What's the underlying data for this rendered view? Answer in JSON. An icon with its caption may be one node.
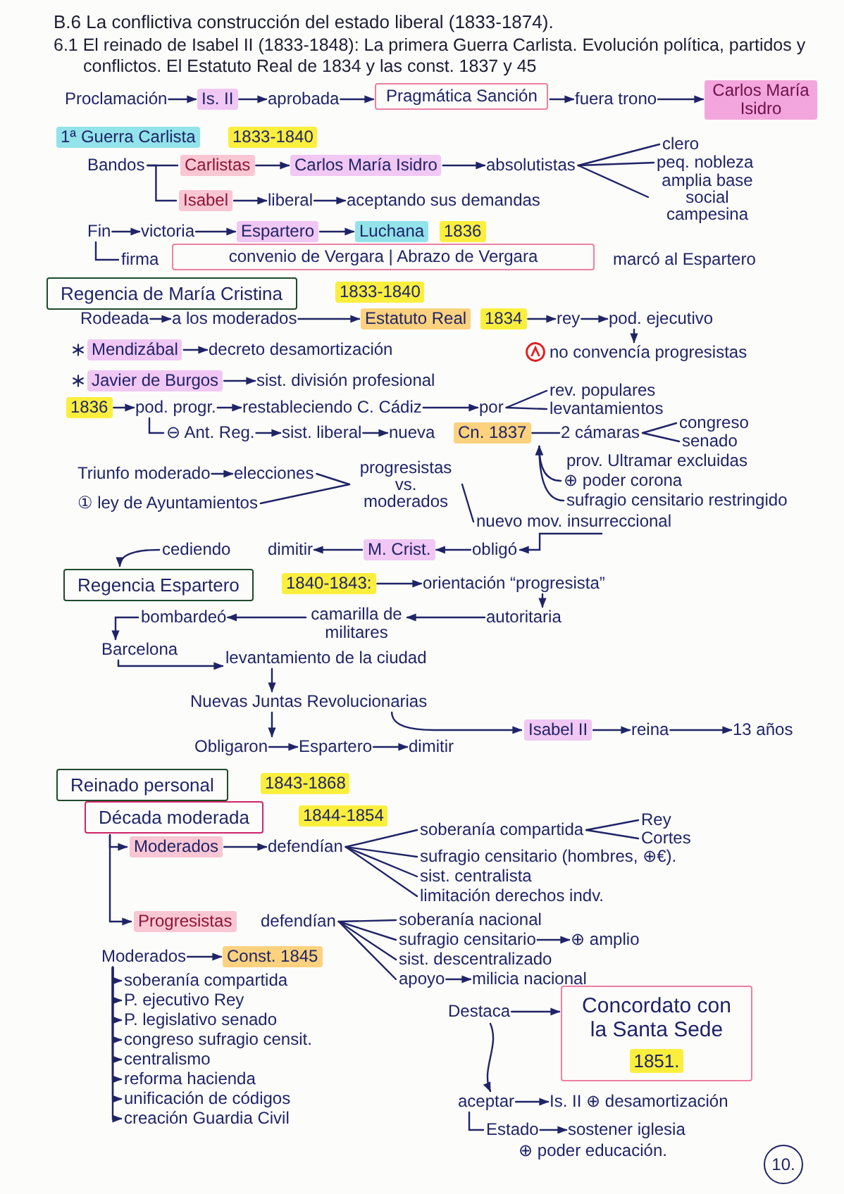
{
  "diagram": {
    "title": "B.6 La conflictiva construcción del estado liberal (1833-1874).",
    "nodes": [
      {
        "text": [
          "Proclamación"
        ]
      },
      {
        "text": [
          "Is. II"
        ]
      },
      {
        "text": [
          "aprobada"
        ]
      },
      {
        "text": [
          "Pragmática Sanción"
        ]
      },
      {
        "text": [
          "fuera trono"
        ]
      },
      {
        "text": [
          "Carlos María Isidro"
        ]
      },
      {
        "text": [
          "1ª Guerra Carlista"
        ]
      },
      {
        "text": [
          "1833-1840"
        ]
      },
      {
        "text": [
          "Bandos"
        ]
      },
      {
        "text": [
          "Carlistas"
        ]
      },
      {
        "text": [
          "Carlos María Isidro"
        ]
      },
      {
        "text": [
          "absolutistas"
        ]
      },
      {
        "text": [
          "clero"
        ]
      },
      {
        "text": [
          "peq. nobleza"
        ]
      },
      {
        "text": [
          "amplia base social campesina"
        ]
      },
      {
        "text": [
          "Isabel"
        ]
      },
      {
        "text": [
          "liberal"
        ]
      },
      {
        "text": [
          "aceptando sus demandas"
        ]
      },
      {
        "text": [
          "Fin"
        ]
      },
      {
        "text": [
          "victoria"
        ]
      },
      {
        "text": [
          "Espartero"
        ]
      },
      {
        "text": [
          "Luchana"
        ]
      },
      {
        "text": [
          "1836"
        ]
      },
      {
        "text": [
          "firma"
        ]
      },
      {
        "text": [
          "convenio de Vergara | Abrazo de Vergara"
        ]
      },
      {
        "text": [
          "Regencia de María Cristina"
        ]
      },
      {
        "text": [
          "1833-1840"
        ]
      },
      {
        "text": [
          "Rodeada"
        ]
      },
      {
        "text": [
          "a los moderados"
        ]
      },
      {
        "text": [
          "Estatuto Real"
        ]
      },
      {
        "text": [
          "1834"
        ]
      },
      {
        "text": [
          "rey"
        ]
      },
      {
        "text": [
          "pod. ejecutivo"
        ]
      },
      {
        "text": [
          "no convencía progresistas"
        ]
      },
      {
        "text": [
          "Mendizábal"
        ]
      },
      {
        "text": [
          "decreto desamortización"
        ]
      },
      {
        "text": [
          "Javier de Burgos"
        ]
      },
      {
        "text": [
          "sist. división profesional"
        ]
      },
      {
        "text": [
          "1836"
        ]
      },
      {
        "text": [
          "pod. progr."
        ]
      },
      {
        "text": [
          "restableciendo C. Cádiz"
        ]
      },
      {
        "text": [
          "por"
        ]
      },
      {
        "text": [
          "rev. populares"
        ]
      },
      {
        "text": [
          "levantamientos"
        ]
      },
      {
        "text": [
          "⊖ Ant. Reg."
        ]
      },
      {
        "text": [
          "sist. liberal"
        ]
      },
      {
        "text": [
          "nueva"
        ]
      },
      {
        "text": [
          "Cn. 1837"
        ]
      },
      {
        "text": [
          "2 cámaras"
        ]
      },
      {
        "text": [
          "congreso"
        ]
      },
      {
        "text": [
          "senado"
        ]
      },
      {
        "text": [
          "⊕ poder corona"
        ]
      },
      {
        "text": [
          "sufragio censitario restringido"
        ]
      },
      {
        "text": [
          "Triunfo moderado"
        ]
      },
      {
        "text": [
          "elecciones"
        ]
      },
      {
        "text": [
          "① ley de Ayuntamientos"
        ]
      },
      {
        "text": [
          "progresistas vs. moderados"
        ]
      },
      {
        "text": [
          "nuevo mov. insurreccional"
        ]
      },
      {
        "text": [
          "obligó"
        ]
      },
      {
        "text": [
          "M. Crist."
        ]
      },
      {
        "text": [
          "dimitir"
        ]
      },
      {
        "text": [
          "cediendo"
        ]
      },
      {
        "text": [
          "Regencia Espartero"
        ]
      },
      {
        "text": [
          "1840-1843:"
        ]
      },
      {
        "text": [
          "orientación “progresista”"
        ]
      },
      {
        "text": [
          "autoritaria"
        ]
      },
      {
        "text": [
          "camarilla de militares"
        ]
      },
      {
        "text": [
          "bombardeó"
        ]
      },
      {
        "text": [
          "Barcelona"
        ]
      },
      {
        "text": [
          "levantamiento de la ciudad"
        ]
      },
      {
        "text": [
          "Nuevas Juntas Revolucionarias"
        ]
      },
      {
        "text": [
          "Obligaron"
        ]
      },
      {
        "text": [
          "Espartero"
        ]
      },
      {
        "text": [
          "dimitir"
        ]
      },
      {
        "text": [
          "Isabel II"
        ]
      },
      {
        "text": [
          "reina"
        ]
      },
      {
        "text": [
          "13 años"
        ]
      },
      {
        "text": [
          "Reinado personal"
        ]
      },
      {
        "text": [
          "1843-1868"
        ]
      },
      {
        "text": [
          "Década moderada"
        ]
      },
      {
        "text": [
          "1844-1854"
        ]
      },
      {
        "text": [
          "Moderados"
        ]
      },
      {
        "text": [
          "defendían"
        ]
      },
      {
        "text": [
          "soberanía compartida"
        ]
      },
      {
        "text": [
          "Rey"
        ]
      },
      {
        "text": [
          "Cortes"
        ]
      },
      {
        "text": [
          "sufragio censitario (hombres, ⊕€)."
        ]
      },
      {
        "text": [
          "sist. centralista"
        ]
      },
      {
        "text": [
          "limitación derechos indv."
        ]
      },
      {
        "text": [
          "Progresistas"
        ]
      },
      {
        "text": [
          "defendían"
        ]
      },
      {
        "text": [
          "soberanía nacional"
        ]
      },
      {
        "text": [
          "sufragio censitario"
        ]
      },
      {
        "text": [
          "⊕ amplio"
        ]
      },
      {
        "text": [
          "sist. descentralizado"
        ]
      },
      {
        "text": [
          "apoyo"
        ]
      },
      {
        "text": [
          "milicia nacional"
        ]
      },
      {
        "text": [
          "Moderados"
        ]
      },
      {
        "text": [
          "Const. 1845"
        ]
      },
      {
        "text": [
          "soberanía compartida"
        ]
      },
      {
        "text": [
          "P. ejecutivo Rey"
        ]
      },
      {
        "text": [
          "P. legislativo senado"
        ]
      },
      {
        "text": [
          "congreso sufragio censit."
        ]
      },
      {
        "text": [
          "centralismo"
        ]
      },
      {
        "text": [
          "reforma hacienda"
        ]
      },
      {
        "text": [
          "unificación de códigos"
        ]
      },
      {
        "text": [
          "creación Guardia Civil"
        ]
      },
      {
        "text": [
          "Destaca"
        ]
      },
      {
        "text": [
          "Concordato con la Santa Sede"
        ]
      },
      {
        "text": [
          "1851."
        ],
        "in": 108
      },
      {
        "text": [
          "aceptar"
        ]
      },
      {
        "text": [
          "Is. II ⊕ desamortización"
        ]
      },
      {
        "text": [
          "Estado"
        ]
      },
      {
        "text": [
          "sostener iglesia"
        ]
      },
      {
        "text": [
          "10."
        ]
      }
    ],
    "edges": [
      {
        "from": 0,
        "to": 1,
        "arrow": "to"
      },
      {
        "from": 1,
        "to": 2,
        "arrow": "to"
      },
      {
        "from": 2,
        "to": 3,
        "arrow": "to"
      },
      {
        "from": 3,
        "to": 4,
        "arrow": "to"
      },
      {
        "from": 4,
        "to": 5,
        "arrow": "to"
      },
      {
        "from": 8,
        "to": 9,
        "arrow": "none"
      },
      {
        "from": 8,
        "to": 15,
        "arrow": "none"
      },
      {
        "from": 9,
        "to": 10,
        "arrow": "to"
      },
      {
        "from": 10,
        "to": 11,
        "arrow": "to"
      },
      {
        "from": 11,
        "to": 12,
        "arrow": "none"
      },
      {
        "from": 11,
        "to": 13,
        "arrow": "none"
      },
      {
        "from": 11,
        "to": 14,
        "arrow": "none"
      },
      {
        "from": 15,
        "to": 16,
        "arrow": "to"
      },
      {
        "from": 16,
        "to": 17,
        "arrow": "to"
      },
      {
        "from": 18,
        "to": 19,
        "arrow": "to"
      },
      {
        "from": 19,
        "to": 20,
        "arrow": "to"
      },
      {
        "from": 20,
        "to": 21,
        "arrow": "to"
      },
      {
        "from": 18,
        "to": 23,
        "arrow": "none"
      },
      {
        "from": 27,
        "to": 28,
        "arrow": "to"
      },
      {
        "from": 28,
        "to": 29,
        "arrow": "to"
      },
      {
        "from": 30,
        "to": 31,
        "arrow": "to"
      },
      {
        "from": 31,
        "to": 32,
        "arrow": "to"
      },
      {
        "from": 32,
        "to": 33,
        "arrow": "to"
      },
      {
        "from": 34,
        "to": 35,
        "arrow": "to"
      },
      {
        "from": 36,
        "to": 37,
        "arrow": "to"
      },
      {
        "from": 38,
        "to": 39,
        "arrow": "to"
      },
      {
        "from": 39,
        "to": 40,
        "arrow": "to"
      },
      {
        "from": 40,
        "to": 41,
        "arrow": "to"
      },
      {
        "from": 41,
        "to": 42,
        "arrow": "none"
      },
      {
        "from": 41,
        "to": 43,
        "arrow": "none"
      },
      {
        "from": 39,
        "to": 44,
        "arrow": "none"
      },
      {
        "from": 44,
        "to": 45,
        "arrow": "to"
      },
      {
        "from": 45,
        "to": 46,
        "arrow": "to"
      },
      {
        "from": 47,
        "to": 48,
        "arrow": "none"
      },
      {
        "from": 48,
        "to": 49,
        "arrow": "none"
      },
      {
        "from": 48,
        "to": 50,
        "arrow": "none"
      },
      {
        "from": 51,
        "to": 47,
        "arrow": "to"
      },
      {
        "from": 52,
        "to": 47,
        "arrow": "to"
      },
      {
        "from": 53,
        "to": 54,
        "arrow": "to"
      },
      {
        "from": 54,
        "to": 56,
        "arrow": "none"
      },
      {
        "from": 55,
        "to": 56,
        "arrow": "none"
      },
      {
        "from": 56,
        "to": 57,
        "arrow": "none"
      },
      {
        "from": 57,
        "to": 58,
        "arrow": "to"
      },
      {
        "from": 58,
        "to": 59,
        "arrow": "to"
      },
      {
        "from": 59,
        "to": 60,
        "arrow": "to"
      },
      {
        "from": 61,
        "to": 62,
        "arrow": "to"
      },
      {
        "from": 63,
        "to": 64,
        "arrow": "to"
      },
      {
        "from": 64,
        "to": 65,
        "arrow": "to"
      },
      {
        "from": 65,
        "to": 66,
        "arrow": "to"
      },
      {
        "from": 66,
        "to": 67,
        "arrow": "to"
      },
      {
        "from": 67,
        "to": 68,
        "arrow": "to"
      },
      {
        "from": 68,
        "to": 69,
        "arrow": "to"
      },
      {
        "from": 69,
        "to": 70,
        "arrow": "to"
      },
      {
        "from": 70,
        "to": 71,
        "arrow": "to"
      },
      {
        "from": 71,
        "to": 72,
        "arrow": "to"
      },
      {
        "from": 72,
        "to": 73,
        "arrow": "to"
      },
      {
        "from": 70,
        "to": 74,
        "arrow": "to"
      },
      {
        "from": 74,
        "to": 75,
        "arrow": "to"
      },
      {
        "from": 75,
        "to": 76,
        "arrow": "to"
      },
      {
        "from": 79,
        "to": 81,
        "arrow": "to"
      },
      {
        "from": 79,
        "to": 89,
        "arrow": "to"
      },
      {
        "from": 81,
        "to": 82,
        "arrow": "to"
      },
      {
        "from": 82,
        "to": 83,
        "arrow": "none"
      },
      {
        "from": 82,
        "to": 86,
        "arrow": "none"
      },
      {
        "from": 82,
        "to": 87,
        "arrow": "none"
      },
      {
        "from": 82,
        "to": 88,
        "arrow": "none"
      },
      {
        "from": 83,
        "to": 84,
        "arrow": "none"
      },
      {
        "from": 83,
        "to": 85,
        "arrow": "none"
      },
      {
        "from": 90,
        "to": 91,
        "arrow": "none"
      },
      {
        "from": 90,
        "to": 92,
        "arrow": "none"
      },
      {
        "from": 90,
        "to": 94,
        "arrow": "none"
      },
      {
        "from": 90,
        "to": 95,
        "arrow": "none"
      },
      {
        "from": 92,
        "to": 93,
        "arrow": "to"
      },
      {
        "from": 95,
        "to": 96,
        "arrow": "to"
      },
      {
        "from": 97,
        "to": 98,
        "arrow": "to"
      },
      {
        "from": 97,
        "to": 99,
        "arrow": "to"
      },
      {
        "from": 97,
        "to": 100,
        "arrow": "to"
      },
      {
        "from": 97,
        "to": 101,
        "arrow": "to"
      },
      {
        "from": 97,
        "to": 102,
        "arrow": "to"
      },
      {
        "from": 97,
        "to": 103,
        "arrow": "to"
      },
      {
        "from": 97,
        "to": 104,
        "arrow": "to"
      },
      {
        "from": 97,
        "to": 105,
        "arrow": "to"
      },
      {
        "from": 97,
        "to": 106,
        "arrow": "to"
      },
      {
        "from": 107,
        "to": 108,
        "arrow": "to"
      },
      {
        "from": 107,
        "to": 110,
        "arrow": "to"
      },
      {
        "from": 110,
        "to": 111,
        "arrow": "to"
      },
      {
        "from": 110,
        "to": 112,
        "arrow": "none"
      },
      {
        "from": 112,
        "to": 113,
        "arrow": "to"
      }
    ],
    "labels": [
      "6.1 El reinado de Isabel II (1833-1848): La primera Guerra Carlista. Evolución política, partidos y conflictos. El Estatuto Real de 1834 y las const. 1837 y 45",
      "marcó al Espartero",
      "prov. Ultramar excluidas",
      "⊕ poder educación."
    ]
  }
}
